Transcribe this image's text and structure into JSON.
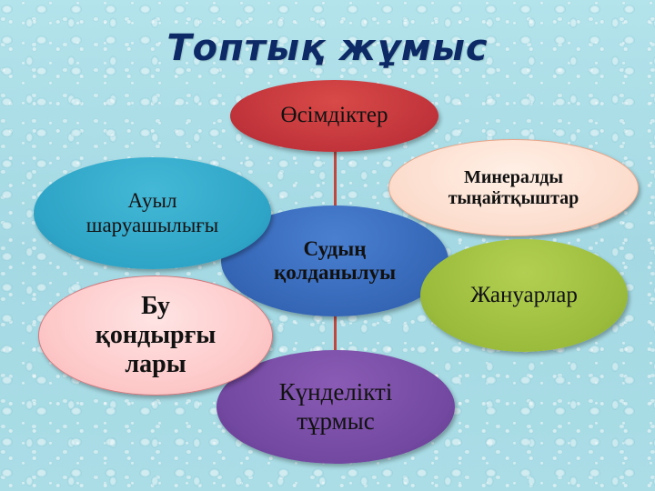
{
  "slide": {
    "title": "Топтық жұмыс",
    "center": {
      "label": "Судың\nқолданылуы",
      "color": "#3566b6"
    },
    "nodes": [
      {
        "id": "plants",
        "label": "Өсімдіктер",
        "color": "#c0333a"
      },
      {
        "id": "fertilizers",
        "label": "Минералды\nтыңайтқыштар",
        "color": "#fcdccc"
      },
      {
        "id": "agriculture",
        "label": "Ауыл\nшаруашылығы",
        "color": "#2ea4c6"
      },
      {
        "id": "animals",
        "label": "Жануарлар",
        "color": "#9abb3c"
      },
      {
        "id": "steam-plants",
        "label": "Бу\nқондырғы\nлары",
        "color": "#fdc6c6"
      },
      {
        "id": "daily-life",
        "label": "Күнделікті\nтұрмыс",
        "color": "#7248a0"
      }
    ],
    "connector_color": "#c0473e",
    "title_color": "#0e2a66"
  }
}
